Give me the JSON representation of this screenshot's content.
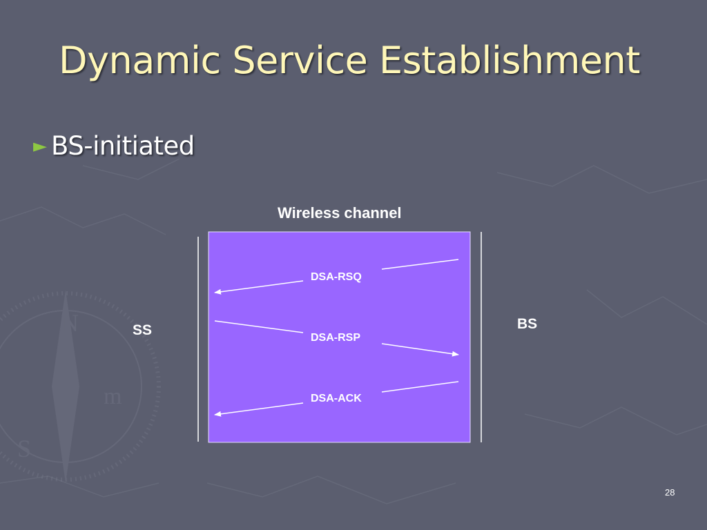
{
  "slide": {
    "title": "Dynamic Service Establishment",
    "bullet": "BS-initiated",
    "page_number": "28"
  },
  "diagram": {
    "channel_label": "Wireless channel",
    "left_node": "SS",
    "right_node": "BS",
    "channel_color": "#9966ff",
    "messages": [
      {
        "label": "DSA-RSQ",
        "from": "BS",
        "to": "SS"
      },
      {
        "label": "DSA-RSP",
        "from": "SS",
        "to": "BS"
      },
      {
        "label": "DSA-ACK",
        "from": "BS",
        "to": "SS"
      }
    ]
  },
  "colors": {
    "background": "#5b5e6f",
    "title": "#fff7b8",
    "bullet_marker": "#8ec843"
  }
}
